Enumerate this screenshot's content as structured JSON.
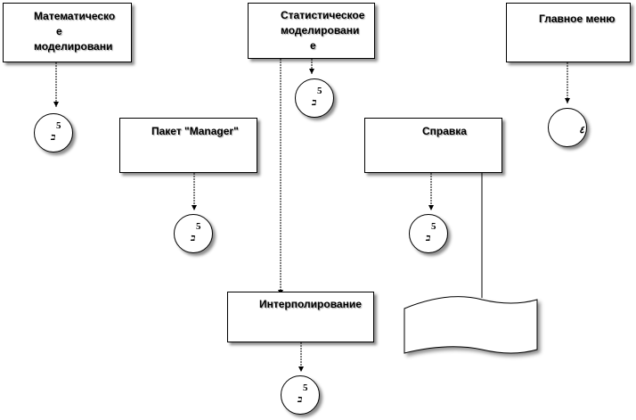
{
  "boxes": {
    "math_line1": "Математическо",
    "math_line2": "е",
    "math_line3": "моделировани",
    "stat_line1": "Статистическое",
    "stat_line2": "моделировани",
    "stat_line3": "е",
    "main_menu": "Главное меню",
    "manager": "Пакет \"Manager\"",
    "help": "Справка",
    "interp": "Интерполирование"
  },
  "circles": {
    "c1": {
      "a": "5",
      "b": "ב"
    },
    "c2": {
      "a": "5",
      "b": "ב"
    },
    "c3": {
      "a": "5",
      "b": "ב"
    },
    "c4": {
      "a": "5",
      "b": "ב"
    },
    "c5": {
      "a": "5",
      "b": "ב"
    },
    "c6": {
      "a": "",
      "b": "٤"
    }
  }
}
